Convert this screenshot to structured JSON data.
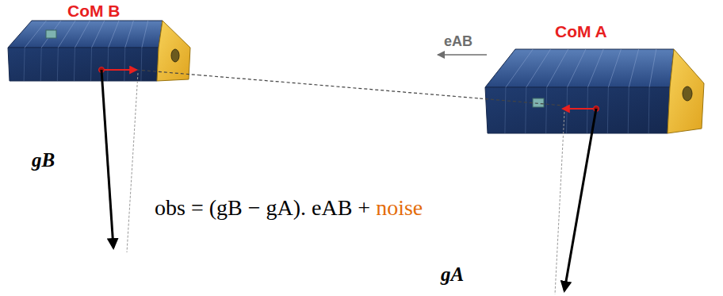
{
  "diagram": {
    "nodes": [
      {
        "text": [
          "CoM B"
        ]
      },
      {
        "text": [
          "CoM A"
        ]
      }
    ],
    "edges": [
      {
        "from": 0,
        "to": 1,
        "arrow": "none",
        "label": "eAB"
      }
    ],
    "labels": [
      "gB",
      "gA",
      "obs = (gB − gA). eAB +",
      "noise"
    ]
  }
}
